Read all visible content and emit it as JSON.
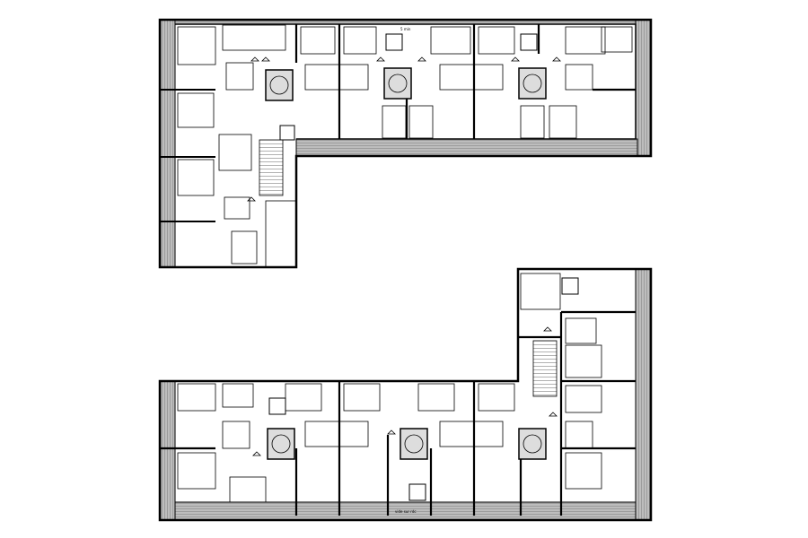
{
  "drawing": {
    "type": "architectural floor plan",
    "wings": [
      "upper L-shaped wing",
      "lower L-shaped wing"
    ],
    "labels": {
      "upper_core_tag": "5 min",
      "lower_core_tag": "vide sur rdc"
    }
  },
  "colors": {
    "wall": "#000000",
    "balcony_hatch": "#8f8f8f",
    "stair_fill": "#c8c8c8",
    "background": "#ffffff"
  },
  "icons": {
    "stairs": "spiral-stair-icon",
    "lift": "elevator-icon",
    "arrow": "triangle-marker-icon"
  }
}
